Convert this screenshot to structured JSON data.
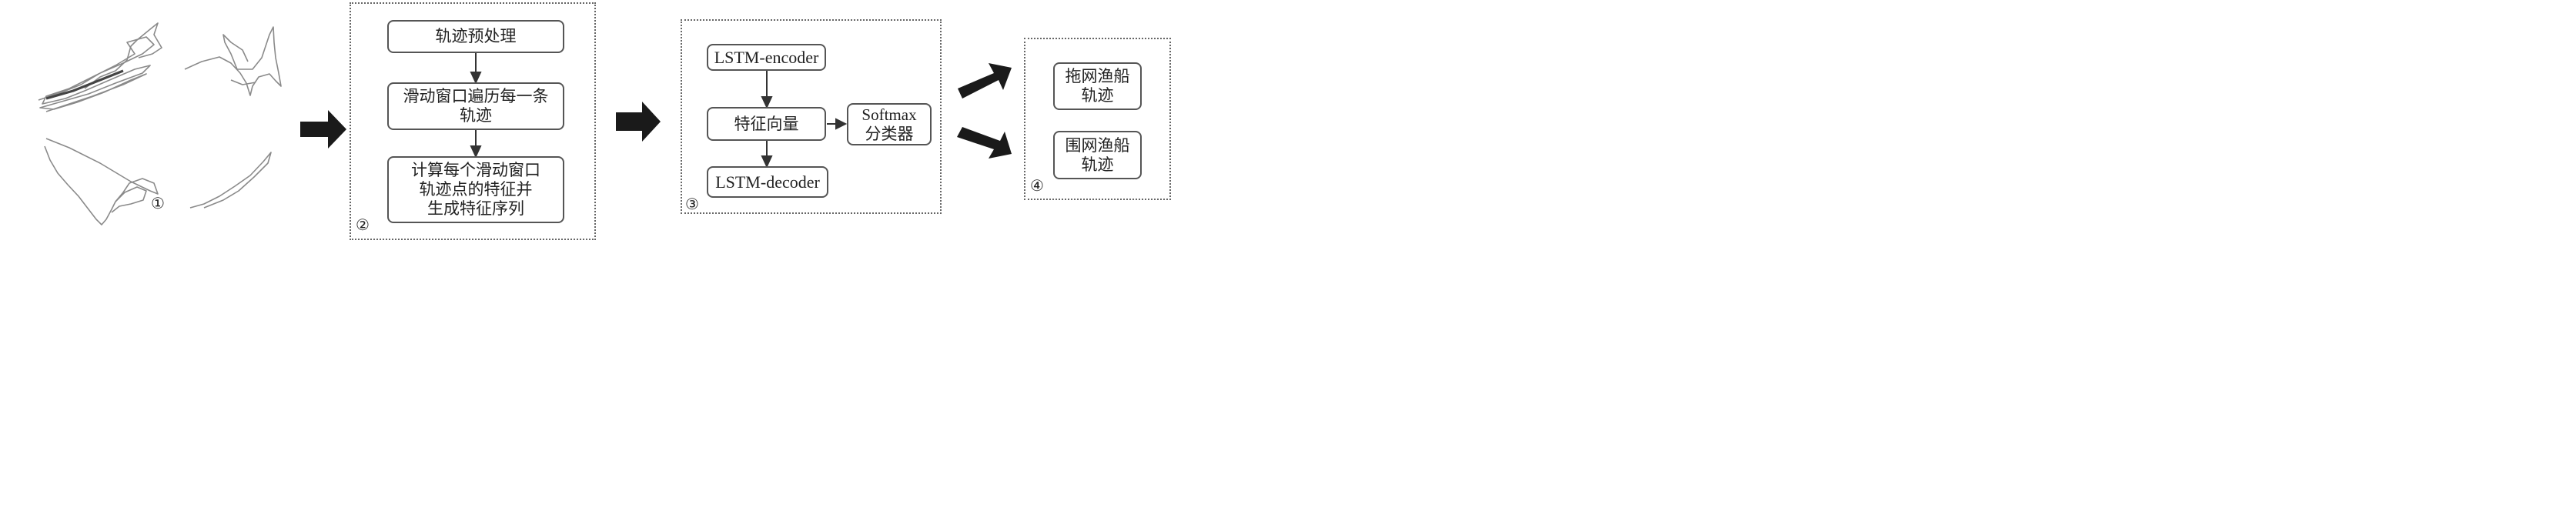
{
  "panels": {
    "p1": {
      "marker": "①"
    },
    "p2": {
      "marker": "②",
      "boxes": [
        "轨迹预处理",
        "滑动窗口遍历每一条\n轨迹",
        "计算每个滑动窗口\n轨迹点的特征并\n生成特征序列"
      ]
    },
    "p3": {
      "marker": "③",
      "encoder": "LSTM-encoder",
      "feature": "特征向量",
      "decoder": "LSTM-decoder",
      "classifier": "Softmax\n分类器"
    },
    "p4": {
      "marker": "④",
      "trawl": "拖网渔船\n轨迹",
      "seine": "围网渔船\n轨迹"
    }
  },
  "colors": {
    "stroke": "#555555",
    "trajectory": "#7a7a7a",
    "arrow": "#1a1a1a"
  }
}
